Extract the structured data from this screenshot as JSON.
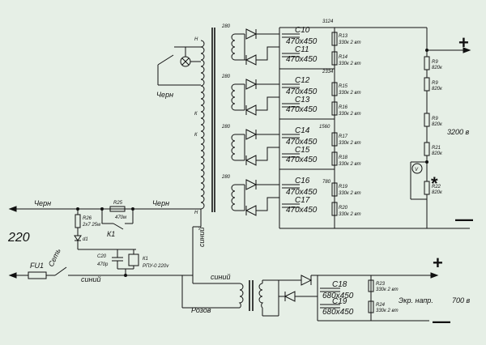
{
  "mains": {
    "voltage": "220",
    "fuse": "FU1",
    "switch": "Сеть",
    "wire_black_left": "Черн",
    "wire_black_mid": "Черн",
    "wire_black_top": "Черн",
    "wire_blue_bottom": "синий",
    "wire_blue_tr": "синий",
    "wire_blue_out": "синий",
    "wire_pink": "Розов"
  },
  "relay": {
    "r26": "R26",
    "r26_val": "2x7 25w",
    "r25": "R25",
    "r25_val": "470м",
    "k1_contact": "К1",
    "c20": "С20",
    "c20_val": "470р",
    "k1_coil": "К1",
    "k1_type": "РПУ-0 220v",
    "diode": "d1"
  },
  "transformer": {
    "top": "Н",
    "k1": "К",
    "k2": "К",
    "bottom": "Н",
    "secondary": "280"
  },
  "stages": [
    {
      "cap_top": "С10",
      "cap_top_val": "470x450",
      "cap_bot": "С11",
      "cap_bot_val": "470x450",
      "r_top": "R13",
      "r_top_val": "330к 2 вт",
      "r_bot": "R14",
      "r_bot_val": "330к 2 вт",
      "tap_top": "3124",
      "tap_bot": "2334"
    },
    {
      "cap_top": "С12",
      "cap_top_val": "470x450",
      "cap_bot": "С13",
      "cap_bot_val": "470x450",
      "r_top": "R15",
      "r_top_val": "330к 2 вт",
      "r_bot": "R16",
      "r_bot_val": "330к 2 вт",
      "tap_top": "",
      "tap_bot": "1560"
    },
    {
      "cap_top": "С14",
      "cap_top_val": "470x450",
      "cap_bot": "С15",
      "cap_bot_val": "470x450",
      "r_top": "R17",
      "r_top_val": "330к 2 вт",
      "r_bot": "R18",
      "r_bot_val": "330к 2 вт",
      "tap_top": "",
      "tap_bot": "780"
    },
    {
      "cap_top": "С16",
      "cap_top_val": "470x450",
      "cap_bot": "С17",
      "cap_bot_val": "470x450",
      "r_top": "R19",
      "r_top_val": "330к 2 вт",
      "r_bot": "R20",
      "r_bot_val": "330к 2 вт",
      "tap_top": "",
      "tap_bot": ""
    }
  ],
  "divider": {
    "r9a": "R9",
    "r9a_val": "820к",
    "r9b": "R9",
    "r9b_val": "820к",
    "r9c": "R9",
    "r9c_val": "820к",
    "r21": "R21",
    "r21_val": "820к",
    "r22": "R22",
    "r22_val": "820к",
    "meter": "V",
    "mark": "*",
    "hv_label": "3200 в",
    "plus": "+",
    "minus": "—"
  },
  "screen_supply": {
    "c18": "С18",
    "c18_val": "680x450",
    "c19": "С19",
    "c19_val": "680x450",
    "r23": "R23",
    "r23_val": "330к 2 вт",
    "r24": "R24",
    "r24_val": "330к 2 вт",
    "label": "Экр. напр.",
    "voltage": "700 в",
    "plus": "+",
    "minus": "—"
  }
}
